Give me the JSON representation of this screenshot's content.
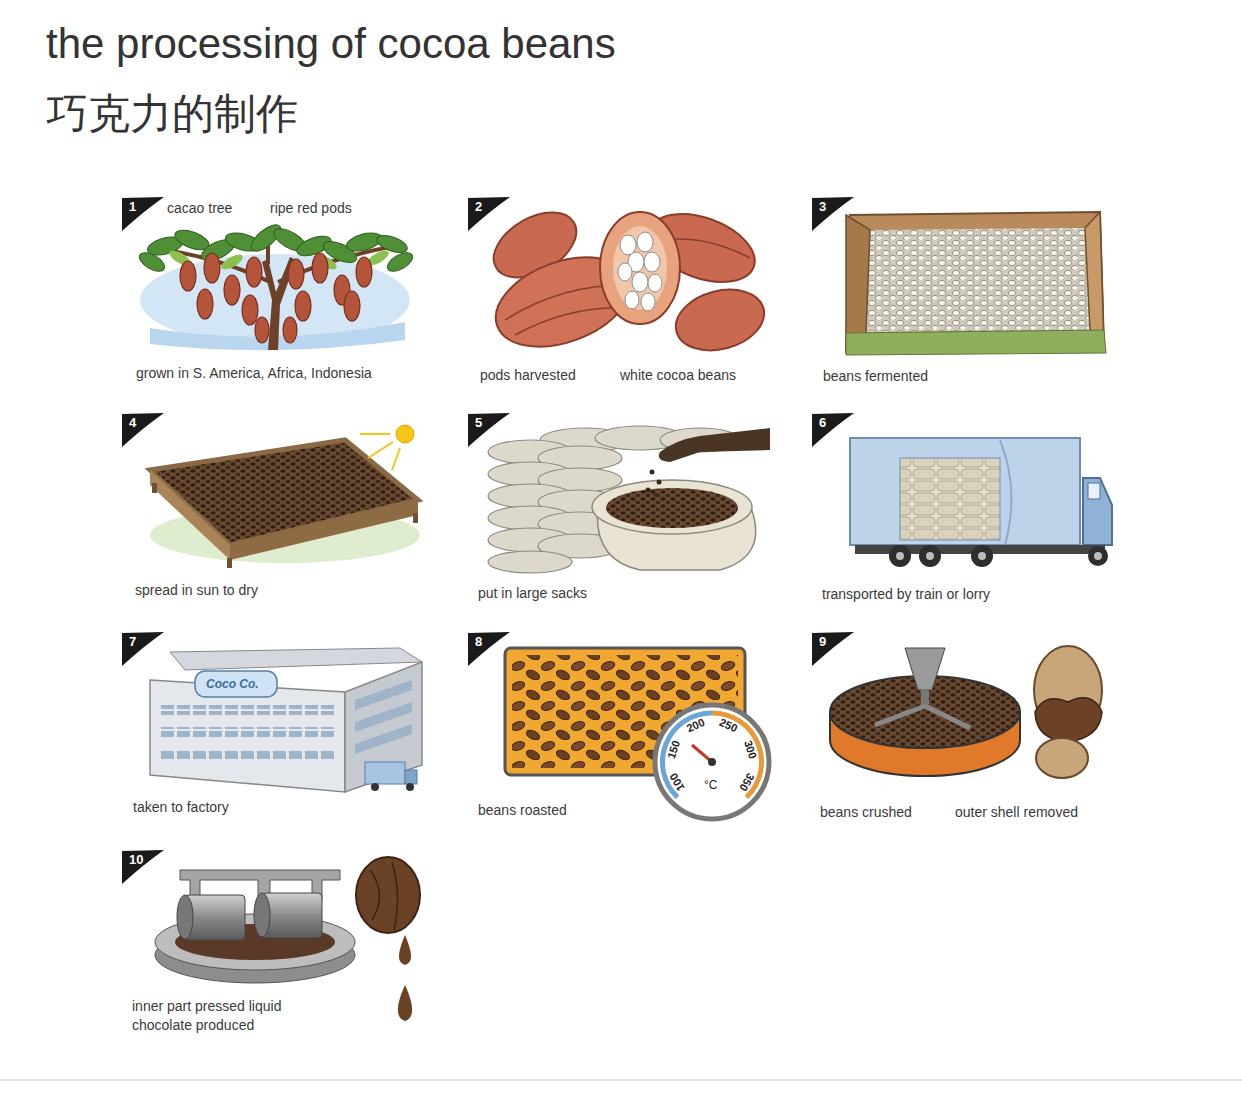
{
  "diagram": {
    "title": "the processing of cocoa beans",
    "nodes": [
      {
        "text": [
          "1"
        ]
      },
      {
        "text": [
          "2"
        ]
      },
      {
        "text": [
          "3"
        ]
      },
      {
        "text": [
          "4"
        ]
      },
      {
        "text": [
          "5"
        ]
      },
      {
        "text": [
          "6"
        ]
      },
      {
        "text": [
          "7"
        ]
      },
      {
        "text": [
          "8"
        ]
      },
      {
        "text": [
          "9"
        ]
      },
      {
        "text": [
          "10"
        ]
      }
    ],
    "labels": [
      "巧克力的制作",
      "cacao tree",
      "ripe red pods",
      "grown in S. America, Africa, Indonesia",
      "pods harvested",
      "white cocoa beans",
      "beans fermented",
      "spread in sun to dry",
      "put in large sacks",
      "transported by train or lorry",
      "taken to factory",
      "Coco Co.",
      "beans roasted",
      "100",
      "150",
      "200",
      "250",
      "300",
      "350",
      "°C",
      "beans crushed",
      "outer shell removed",
      "inner part pressed liquid chocolate produced"
    ]
  }
}
